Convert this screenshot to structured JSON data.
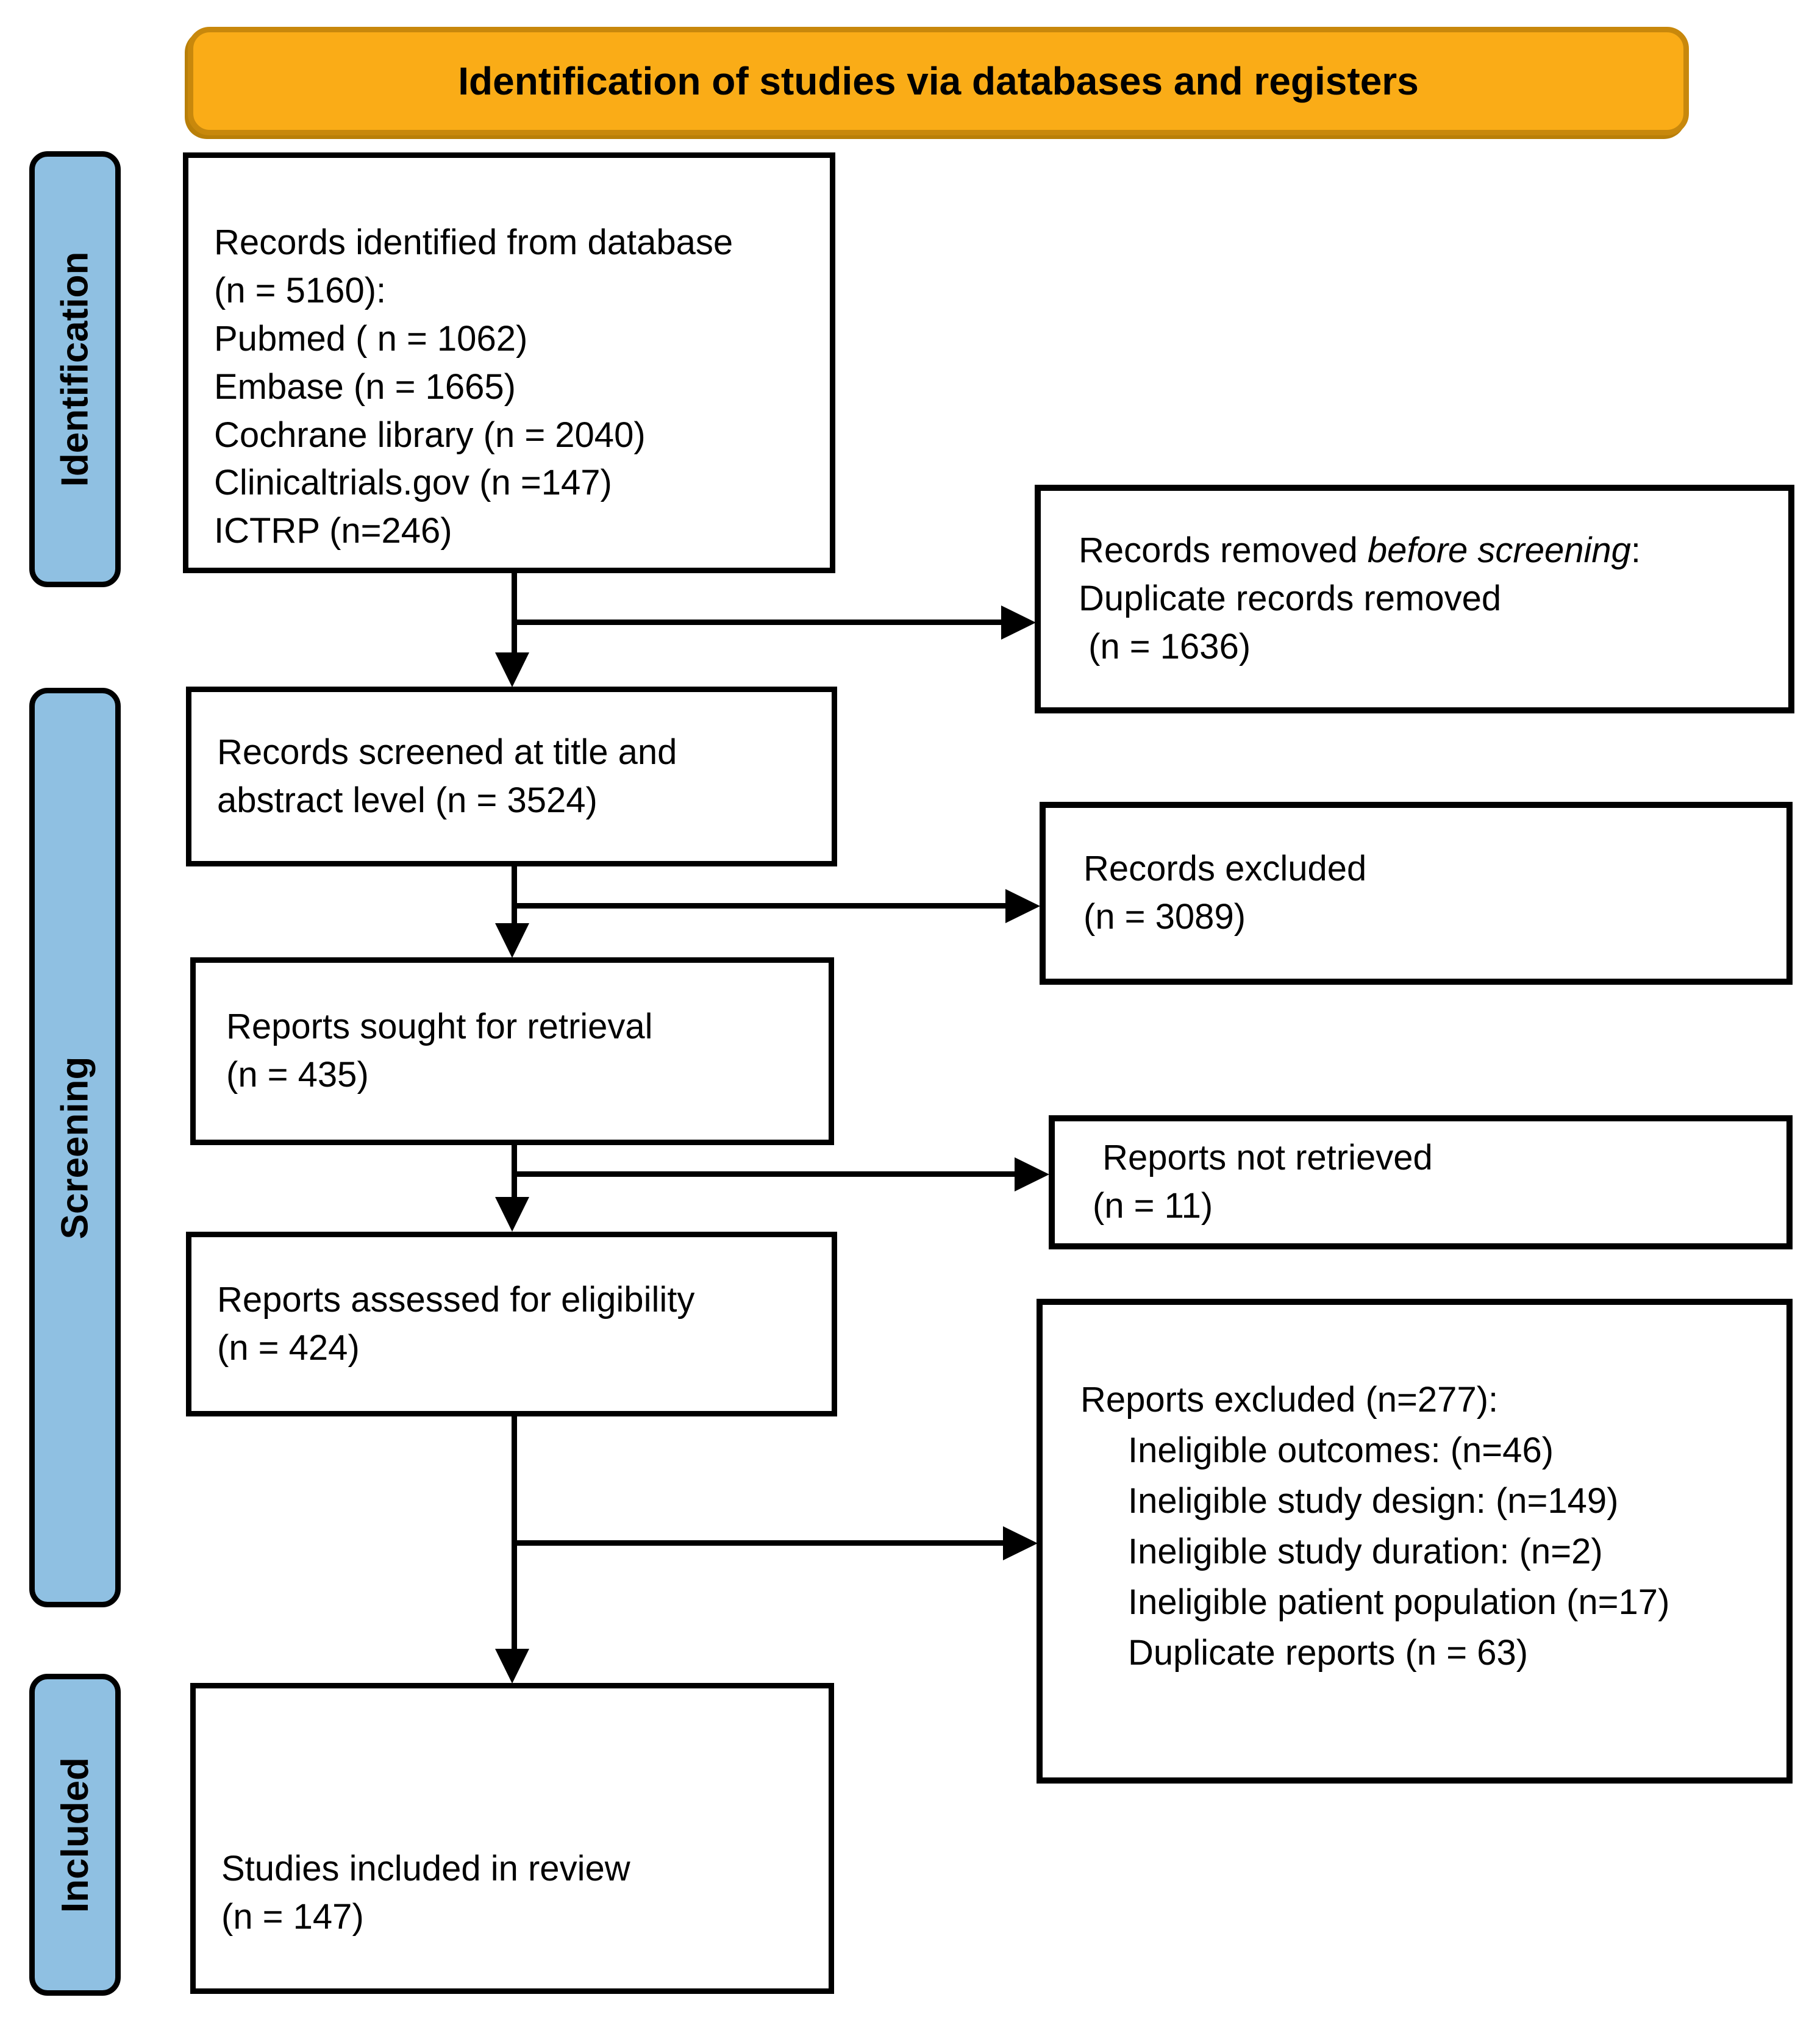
{
  "banner": {
    "label": "Identification of studies via databases and registers"
  },
  "stages": [
    {
      "label": "Identification"
    },
    {
      "label": "Screening"
    },
    {
      "label": "Included"
    }
  ],
  "flow": {
    "identified": {
      "lines": [
        "Records identified from database",
        "(n = 5160):",
        "Pubmed ( n = 1062)",
        "Embase (n = 1665)",
        "Cochrane library (n = 2040)",
        "Clinicaltrials.gov (n =147)",
        "ICTRP (n=246)"
      ]
    },
    "screened": {
      "lines": [
        "Records screened at title and",
        "abstract level (n = 3524)"
      ]
    },
    "sought": {
      "lines": [
        "Reports sought for retrieval",
        "(n = 435)"
      ]
    },
    "assessed": {
      "lines": [
        "Reports assessed for eligibility",
        "(n = 424)"
      ]
    },
    "included": {
      "lines": [
        "Studies included in review",
        "(n = 147)"
      ]
    }
  },
  "exclusions": {
    "removed_before_screening": {
      "line1_pre": "Records removed ",
      "line1_italic": "before screening",
      "line1_post": ":",
      "line2": "Duplicate records removed",
      "line3": " (n = 1636)"
    },
    "records_excluded": {
      "lines": [
        "Records excluded",
        "(n = 3089)"
      ]
    },
    "not_retrieved": {
      "lines": [
        " Reports not retrieved",
        "(n = 11)"
      ]
    },
    "reports_excluded": {
      "header": "Reports excluded (n=277):",
      "items": [
        "Ineligible outcomes: (n=46)",
        "Ineligible study design: (n=149)",
        "Ineligible study duration: (n=2)",
        "Ineligible patient population (n=17)",
        "Duplicate reports (n = 63)"
      ]
    }
  },
  "colors": {
    "banner_fill": "#FAAC17",
    "banner_border": "#C8880C",
    "stage_fill": "#8FC0E2",
    "box_border": "#000000",
    "arrow": "#000000"
  }
}
